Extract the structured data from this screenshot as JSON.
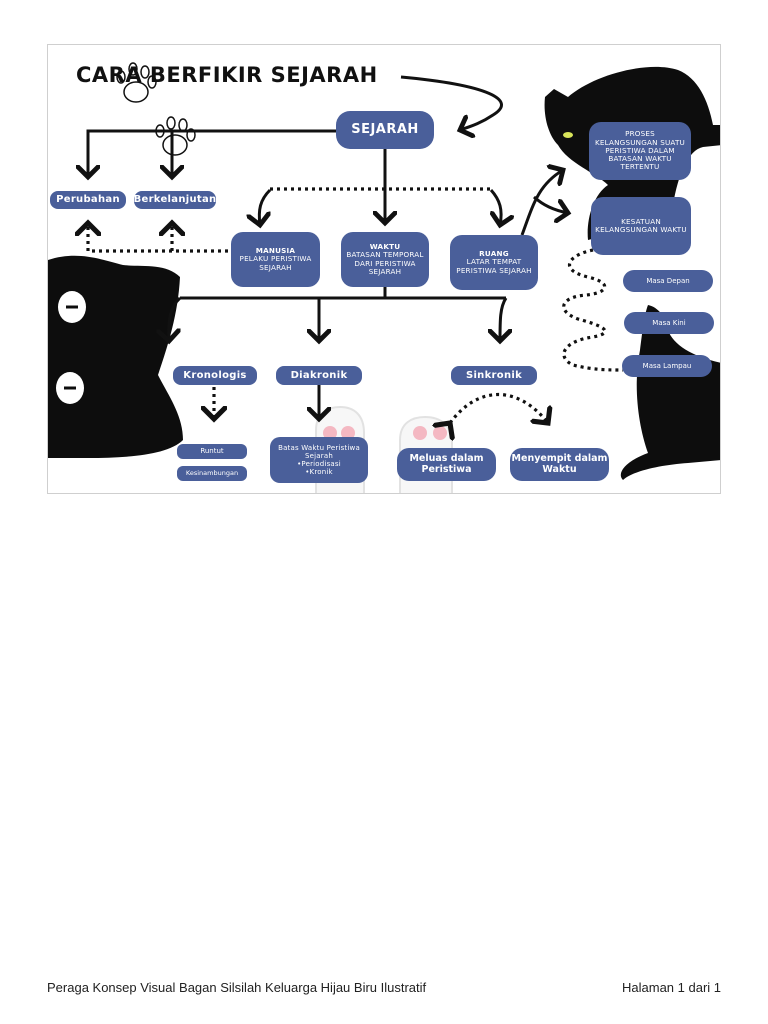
{
  "title": "CARA BERFIKIR SEJARAH",
  "nodes": {
    "sejarah": "SEJARAH",
    "perubahan": "Perubahan",
    "berkelanjutan": "Berkelanjutan",
    "manusia_title": "MANUSIA",
    "manusia_desc": "PELAKU PERISTIWA SEJARAH",
    "waktu_title": "WAKTU",
    "waktu_desc": "BATASAN TEMPORAL DARI PERISTIWA SEJARAH",
    "ruang_title": "RUANG",
    "ruang_desc": "LATAR TEMPAT PERISTIWA SEJARAH",
    "proses": "PROSES KELANGSUNGAN SUATU PERISTIWA DALAM BATASAN WAKTU TERTENTU",
    "kesatuan": "KESATUAN KELANGSUNGAN WAKTU",
    "masa_depan": "Masa Depan",
    "masa_kini": "Masa Kini",
    "masa_lampau": "Masa Lampau",
    "kronologis": "Kronologis",
    "diakronik": "Diakronik",
    "sinkronik": "Sinkronik",
    "runtut": "Runtut",
    "kesinambungan": "Kesinambungan",
    "batas_title": "Batas Waktu Peristiwa Sejarah",
    "batas_item1": "•Periodisasi",
    "batas_item2": "•Kronik",
    "meluas": "Meluas dalam Peristiwa",
    "menyempit": "Menyempit dalam Waktu"
  },
  "footer": {
    "left": "Peraga Konsep Visual Bagan Silsilah Keluarga Hijau Biru Ilustratif",
    "right": "Halaman 1 dari 1"
  },
  "colors": {
    "node": "#4a5f9a",
    "cat": "#0d0d0d",
    "paw_pad": "#f4b8c2"
  },
  "icons": [
    "paw-outline-icon",
    "black-cat-illustration",
    "cat-paw-icon"
  ]
}
